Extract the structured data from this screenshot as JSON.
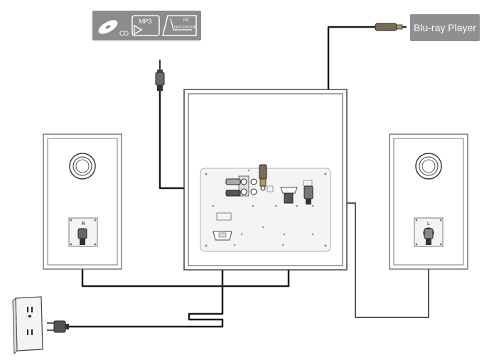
{
  "sources": {
    "media_badge": {
      "cd": "CD",
      "mp3": "MP3",
      "pc_line1": "PC",
      "pc_line2": "NOTEBOOK",
      "bg_color": "#8c8c8c"
    },
    "bluray": {
      "label": "Blu-ray Player",
      "bg_color": "#8f8f8f"
    }
  },
  "speakers": {
    "left_letter": "R",
    "right_letter": "L"
  },
  "icons": [
    "cd-icon",
    "mp3-icon",
    "pc-notebook-icon",
    "audio-jack-3-5mm-icon",
    "rca-plug-icon",
    "wall-outlet-icon",
    "power-plug-icon"
  ],
  "colors": {
    "cable": "#1a1a1a",
    "outline": "#555555",
    "panel": "#f4f4f4"
  }
}
